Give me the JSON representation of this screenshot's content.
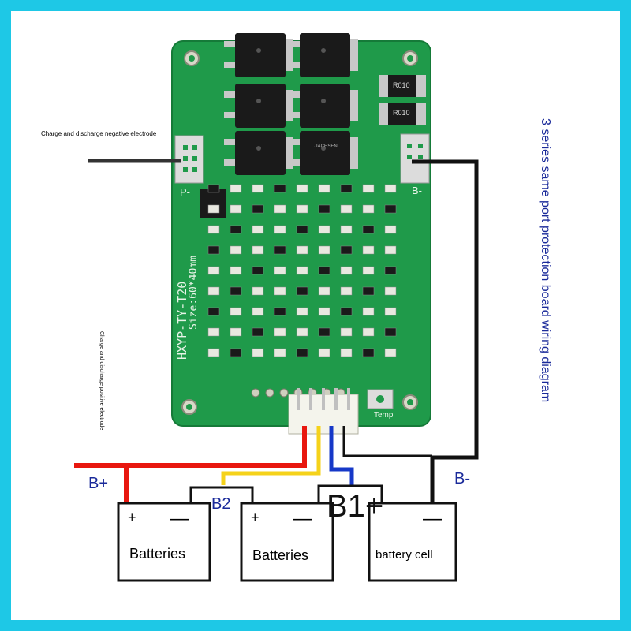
{
  "labels": {
    "neg_electrode": "Charge and discharge negative electrode",
    "pos_electrode": "Charge and discharge positive electrode",
    "title_vertical": "3 series same port protection board wiring diagram",
    "board_model": "HXYP-TY-T20",
    "board_size": "Size:60*40mm",
    "p_minus": "P-",
    "b_minus_board": "B-",
    "temp": "Temp",
    "b_plus": "B+",
    "b_minus": "B-",
    "b2": "B2",
    "b1_plus": "B1+",
    "r010_a": "R010",
    "r010_b": "R010",
    "chip_brand": "JIACHSEN",
    "bat1_name": "Batteries",
    "bat2_name": "Batteries",
    "bat3_name": "battery cell",
    "plus_sign": "+",
    "minus_sign": "—"
  },
  "colors": {
    "frame": "#1ec8e6",
    "pcb": "#1f9a4a",
    "wire_red": "#e8170f",
    "wire_yellow": "#f5d21a",
    "wire_blue": "#1638c8",
    "wire_black": "#111111",
    "label_blue": "#1a2a9a"
  }
}
